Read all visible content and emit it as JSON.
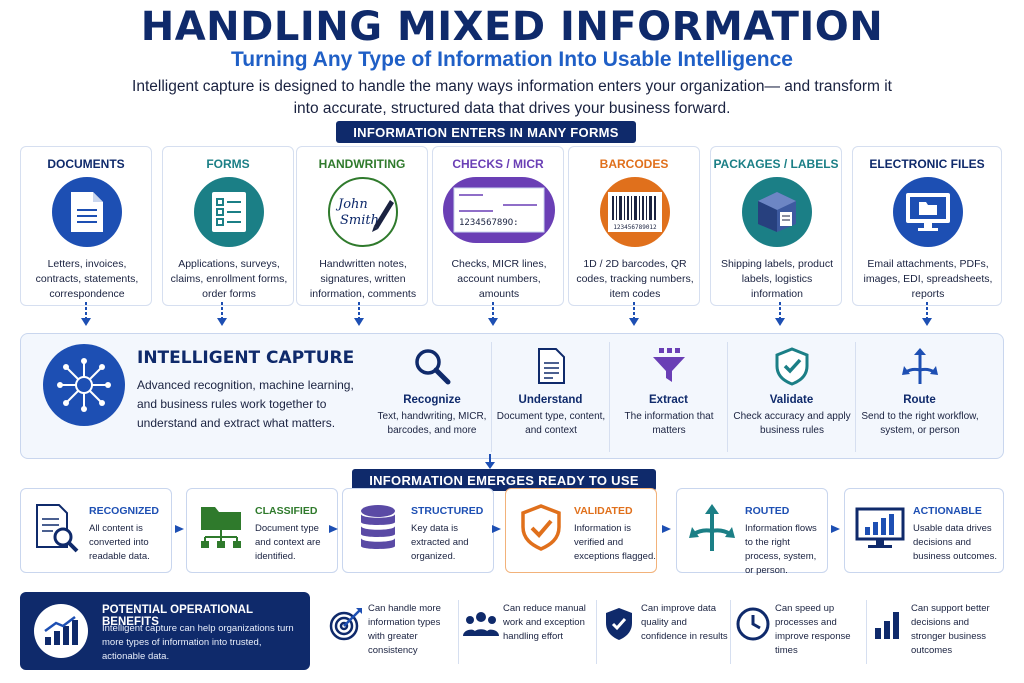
{
  "header": {
    "title": "HANDLING MIXED INFORMATION",
    "subtitle": "Turning Any Type of Information Into Usable Intelligence",
    "intro": "Intelligent capture is designed to handle the many ways information enters your organization— and transform it into accurate, structured data that drives your business forward."
  },
  "sources_section": {
    "label": "INFORMATION ENTERS IN MANY FORMS",
    "items": [
      {
        "title": "DOCUMENTS",
        "icon": "document-icon",
        "desc": "Letters, invoices, contracts, statements, correspondence",
        "color": "#1d4fb3"
      },
      {
        "title": "FORMS",
        "icon": "checklist-form-icon",
        "desc": "Applications, surveys, claims, enrollment forms, order forms",
        "color": "#1b7f86"
      },
      {
        "title": "HANDWRITING",
        "icon": "handwriting-pen-icon",
        "desc": "Handwritten notes, signatures, written information, comments",
        "color": "#2f7a2c",
        "sample": [
          "John",
          "Smith"
        ]
      },
      {
        "title": "CHECKS / MICR",
        "icon": "check-micr-icon",
        "desc": "Checks, MICR lines, account numbers, amounts",
        "color": "#6a3fb5",
        "sample": "123456789O:"
      },
      {
        "title": "BARCODES",
        "icon": "barcode-icon",
        "desc": "1D / 2D barcodes, QR codes, tracking numbers, item codes",
        "color": "#e0701c",
        "sample": "123456789012"
      },
      {
        "title": "PACKAGES / LABELS",
        "icon": "package-icon",
        "desc": "Shipping labels, product labels, logistics information",
        "color": "#1b7f86"
      },
      {
        "title": "ELECTRONIC FILES",
        "icon": "computer-folder-icon",
        "desc": "Email attachments, PDFs, images, EDI, spreadsheets, reports",
        "color": "#1d4fb3"
      }
    ]
  },
  "capture": {
    "title": "INTELLIGENT CAPTURE",
    "desc": "Advanced recognition, machine learning, and business rules work together to understand and extract what matters.",
    "steps": [
      {
        "title": "Recognize",
        "icon": "magnifier-icon",
        "desc": "Text, handwriting, MICR, barcodes, and more"
      },
      {
        "title": "Understand",
        "icon": "document-lines-icon",
        "desc": "Document type, content, and context"
      },
      {
        "title": "Extract",
        "icon": "funnel-icon",
        "desc": "The information that matters"
      },
      {
        "title": "Validate",
        "icon": "shield-check-icon",
        "desc": "Check accuracy and apply business rules"
      },
      {
        "title": "Route",
        "icon": "route-arrows-icon",
        "desc": "Send to the right workflow, system, or person"
      }
    ]
  },
  "outcomes_section": {
    "label": "INFORMATION EMERGES READY TO USE",
    "items": [
      {
        "title": "RECOGNIZED",
        "icon": "document-magnifier-icon",
        "desc": "All content is converted into readable data."
      },
      {
        "title": "CLASSIFIED",
        "icon": "folder-tree-icon",
        "desc": "Document type and context are identified."
      },
      {
        "title": "STRUCTURED",
        "icon": "database-icon",
        "desc": "Key data is extracted and organized."
      },
      {
        "title": "VALIDATED",
        "icon": "shield-check-icon",
        "desc": "Information is verified and exceptions flagged."
      },
      {
        "title": "ROUTED",
        "icon": "route-arrows-icon",
        "desc": "Information flows to the right process, system, or person."
      },
      {
        "title": "ACTIONABLE",
        "icon": "monitor-chart-icon",
        "desc": "Usable data drives decisions and business outcomes."
      }
    ]
  },
  "benefits": {
    "title": "POTENTIAL OPERATIONAL BENEFITS",
    "desc": "Intelligent capture can help organizations turn more types of information into trusted, actionable data.",
    "items": [
      {
        "icon": "target-icon",
        "text": "Can handle more information types with greater consistency"
      },
      {
        "icon": "people-icon",
        "text": "Can reduce manual work and exception handling effort"
      },
      {
        "icon": "shield-check-icon",
        "text": "Can improve data quality and confidence in results"
      },
      {
        "icon": "clock-icon",
        "text": "Can speed up processes and improve response times"
      },
      {
        "icon": "bar-chart-icon",
        "text": "Can support better decisions and stronger business outcomes"
      }
    ]
  },
  "colors": {
    "navy": "#0f2a6b",
    "blue": "#1d4fb3",
    "orange": "#e0701c",
    "green": "#2f7a2c",
    "teal": "#1b7f86",
    "purple": "#6a3fb5"
  }
}
